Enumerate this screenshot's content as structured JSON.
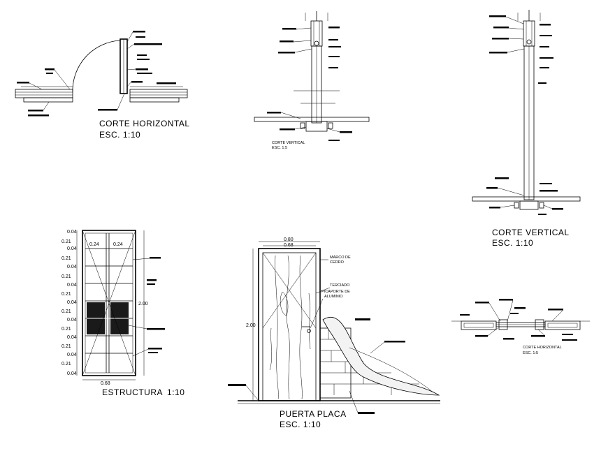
{
  "drawings": {
    "corte_horizontal_left": {
      "title": "CORTE HORIZONTAL",
      "scale": "ESC. 1:10"
    },
    "corte_vertical_small": {
      "title": "CORTE VERTICAL",
      "scale": "ESC. 1:5"
    },
    "corte_vertical_right": {
      "title": "CORTE VERTICAL",
      "scale": "ESC. 1:10"
    },
    "estructura": {
      "title": "ESTRUCTURA",
      "scale": "1:10",
      "panel_width_top": "0.24",
      "panel_width_top_2": "0.24",
      "total_width": "0.68",
      "total_height": "2.00",
      "left_dims": [
        "0.04",
        "0.21",
        "0.04",
        "0.21",
        "0.04",
        "0.21",
        "0.04",
        "0.21",
        "0.04",
        "0.21",
        "0.04",
        "0.21",
        "0.04",
        "0.21",
        "0.04",
        "0.21",
        "0.04"
      ]
    },
    "puerta_placa": {
      "title": "PUERTA PLACA",
      "scale": "ESC. 1:10",
      "width_outer": "0.80",
      "width_inner": "0.68",
      "height": "2.00",
      "notes": [
        "MARCO DE",
        "CEDRO",
        "TERCIADO",
        "PICAPORTE DE",
        "ALUMINIO"
      ]
    },
    "corte_horizontal_right": {
      "title": "CORTE HORIZONTAL",
      "scale": "ESC. 1:5"
    }
  },
  "colors": {
    "ink": "#000000",
    "paper": "#ffffff"
  }
}
